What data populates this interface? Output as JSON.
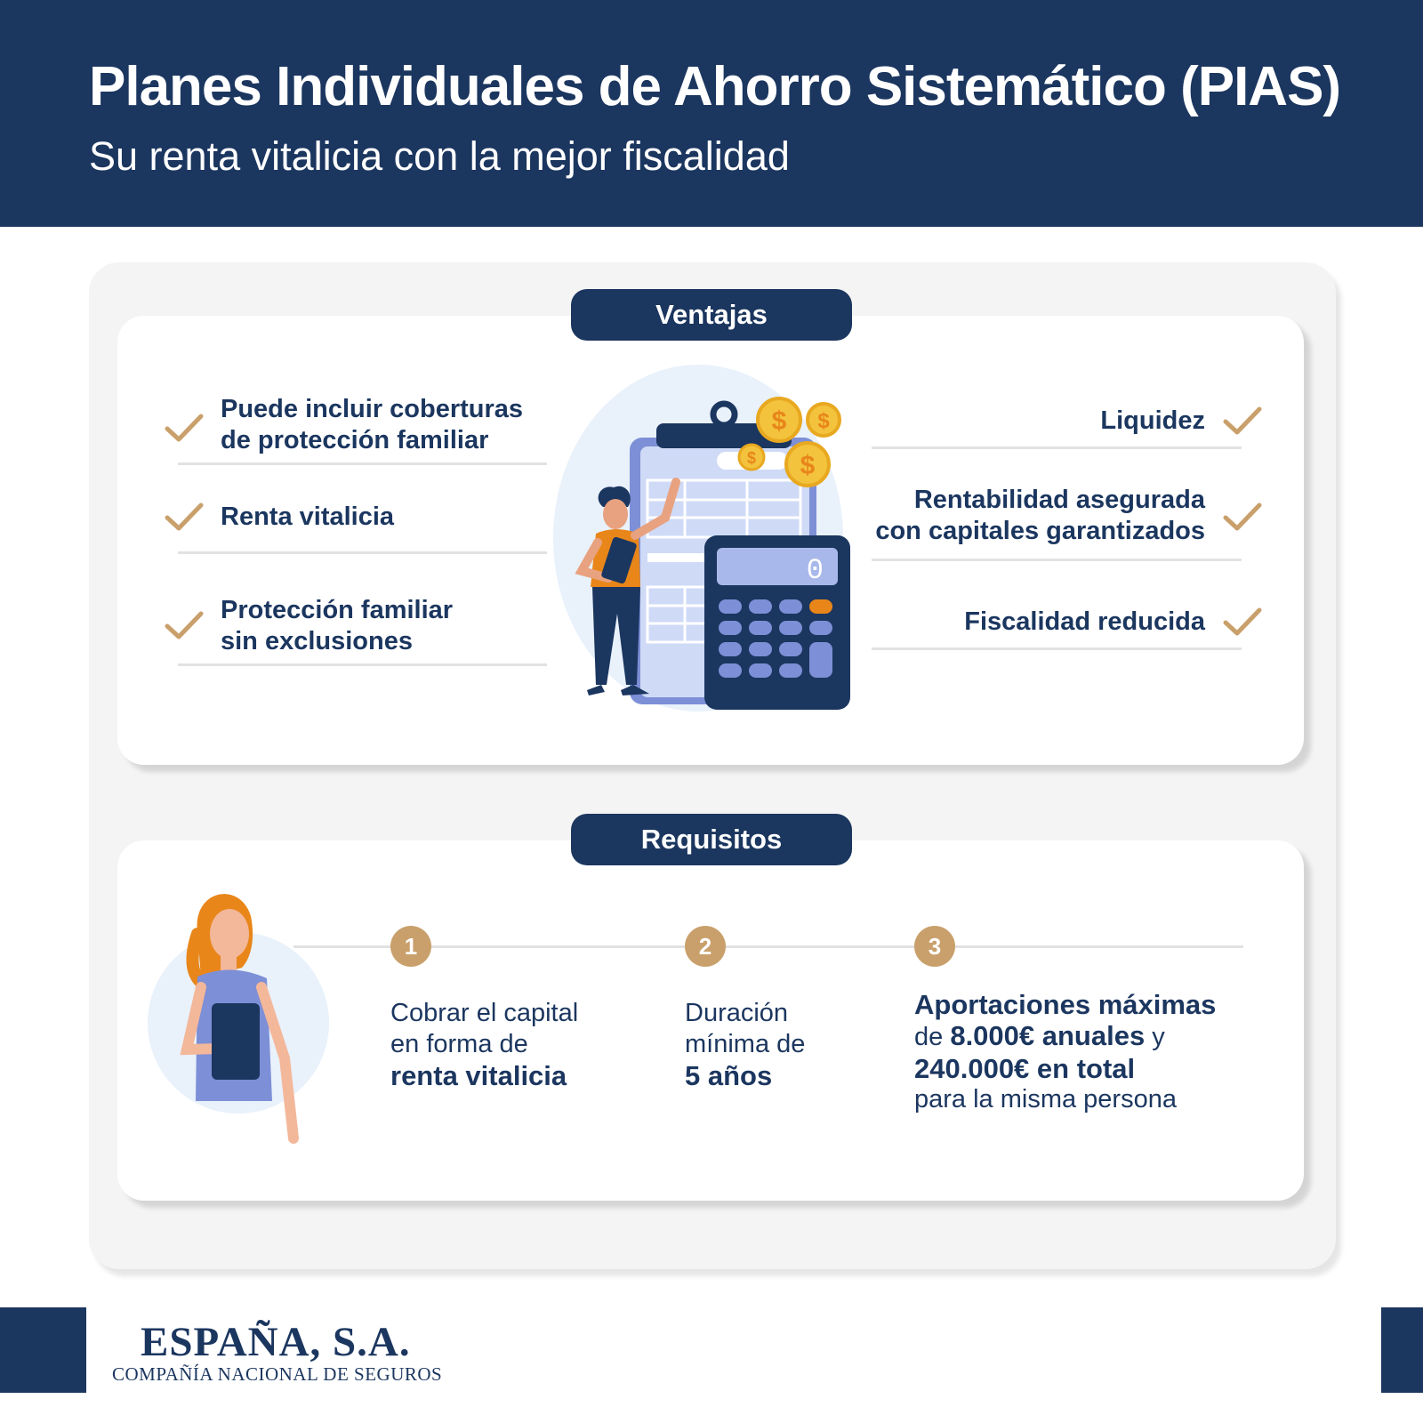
{
  "header": {
    "title": "Planes Individuales de Ahorro Sistemático (PIAS)",
    "subtitle": "Su renta vitalicia con la mejor fiscalidad"
  },
  "ventajas": {
    "label": "Ventajas",
    "left": [
      {
        "line1": "Puede incluir coberturas",
        "line2": "de protección familiar"
      },
      {
        "line1": "Renta vitalicia",
        "line2": ""
      },
      {
        "line1": "Protección familiar",
        "line2": "sin exclusiones"
      }
    ],
    "right": [
      {
        "line1": "Liquidez",
        "line2": ""
      },
      {
        "line1": "Rentabilidad asegurada",
        "line2": "con capitales garantizados"
      },
      {
        "line1": "Fiscalidad reducida",
        "line2": ""
      }
    ]
  },
  "requisitos": {
    "label": "Requisitos",
    "steps": [
      {
        "num": "1",
        "line1": "Cobrar el capital",
        "line2": "en forma de",
        "bold": "renta vitalicia"
      },
      {
        "num": "2",
        "line1": "Duración",
        "line2": "mínima de",
        "bold": "5 años"
      },
      {
        "num": "3",
        "bold1": "Aportaciones máximas",
        "pre2": "de ",
        "bold2": "8.000€ anuales",
        "post2": " y",
        "bold3": "240.000€ en total",
        "line4": "para la misma persona"
      }
    ]
  },
  "calculator": {
    "display": "0"
  },
  "footer": {
    "company": "ESPAÑA, S.A.",
    "tagline": "COMPAÑÍA NACIONAL DE SEGUROS"
  },
  "colors": {
    "navy": "#1b365f",
    "gold": "#c9a06b",
    "orange": "#e8861a",
    "panel": "#f4f4f4"
  },
  "icons": [
    "check-icon",
    "clipboard-icon",
    "calculator-icon",
    "coin-icon",
    "person-illustration",
    "woman-illustration"
  ]
}
